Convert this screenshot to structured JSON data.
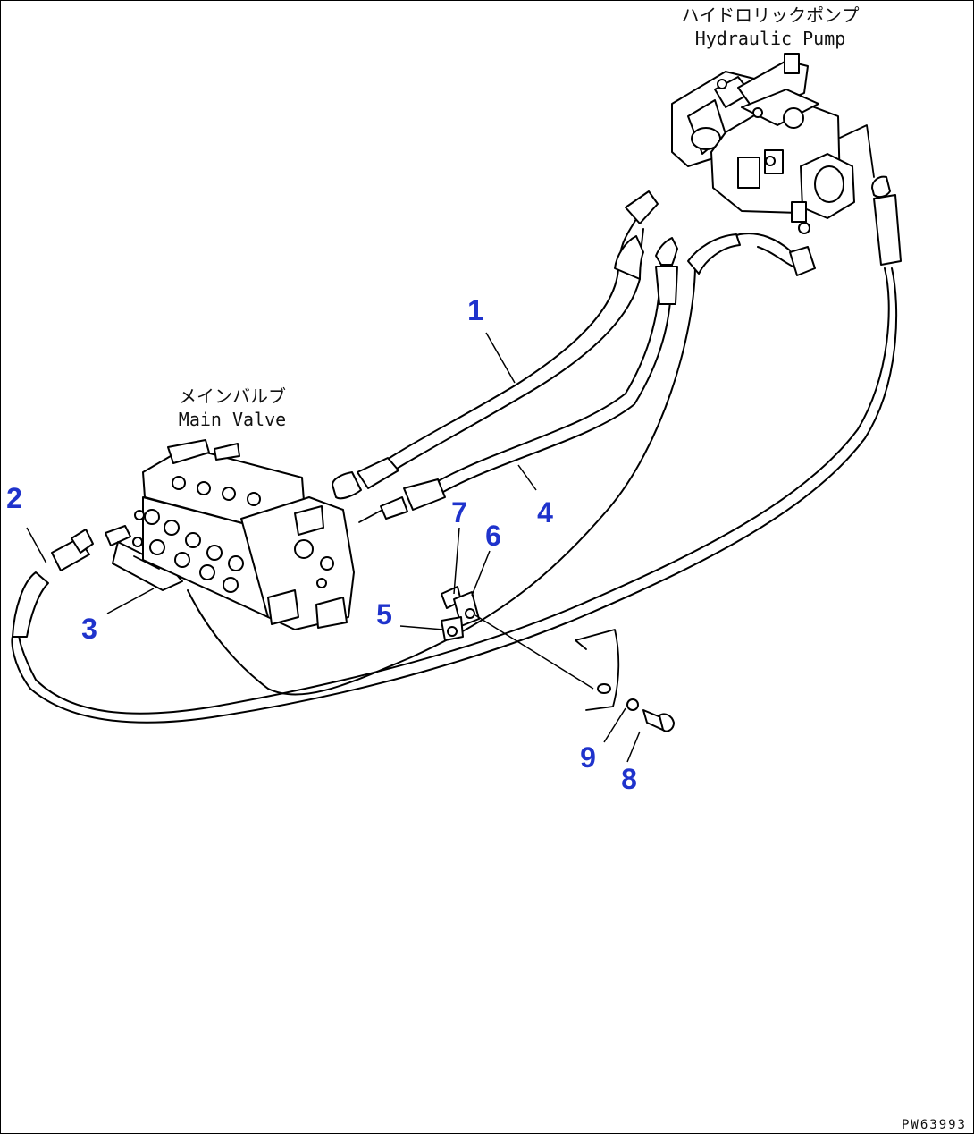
{
  "labels": {
    "hydraulic_pump_jp": "ハイドロリックポンプ",
    "hydraulic_pump_en": "Hydraulic Pump",
    "main_valve_jp": "メインバルブ",
    "main_valve_en": "Main Valve"
  },
  "callouts": [
    "1",
    "2",
    "3",
    "4",
    "5",
    "6",
    "7",
    "8",
    "9"
  ],
  "drawing_code": "PW63993",
  "colors": {
    "callout": "#1f33cc",
    "line": "#000000",
    "background": "#ffffff"
  }
}
